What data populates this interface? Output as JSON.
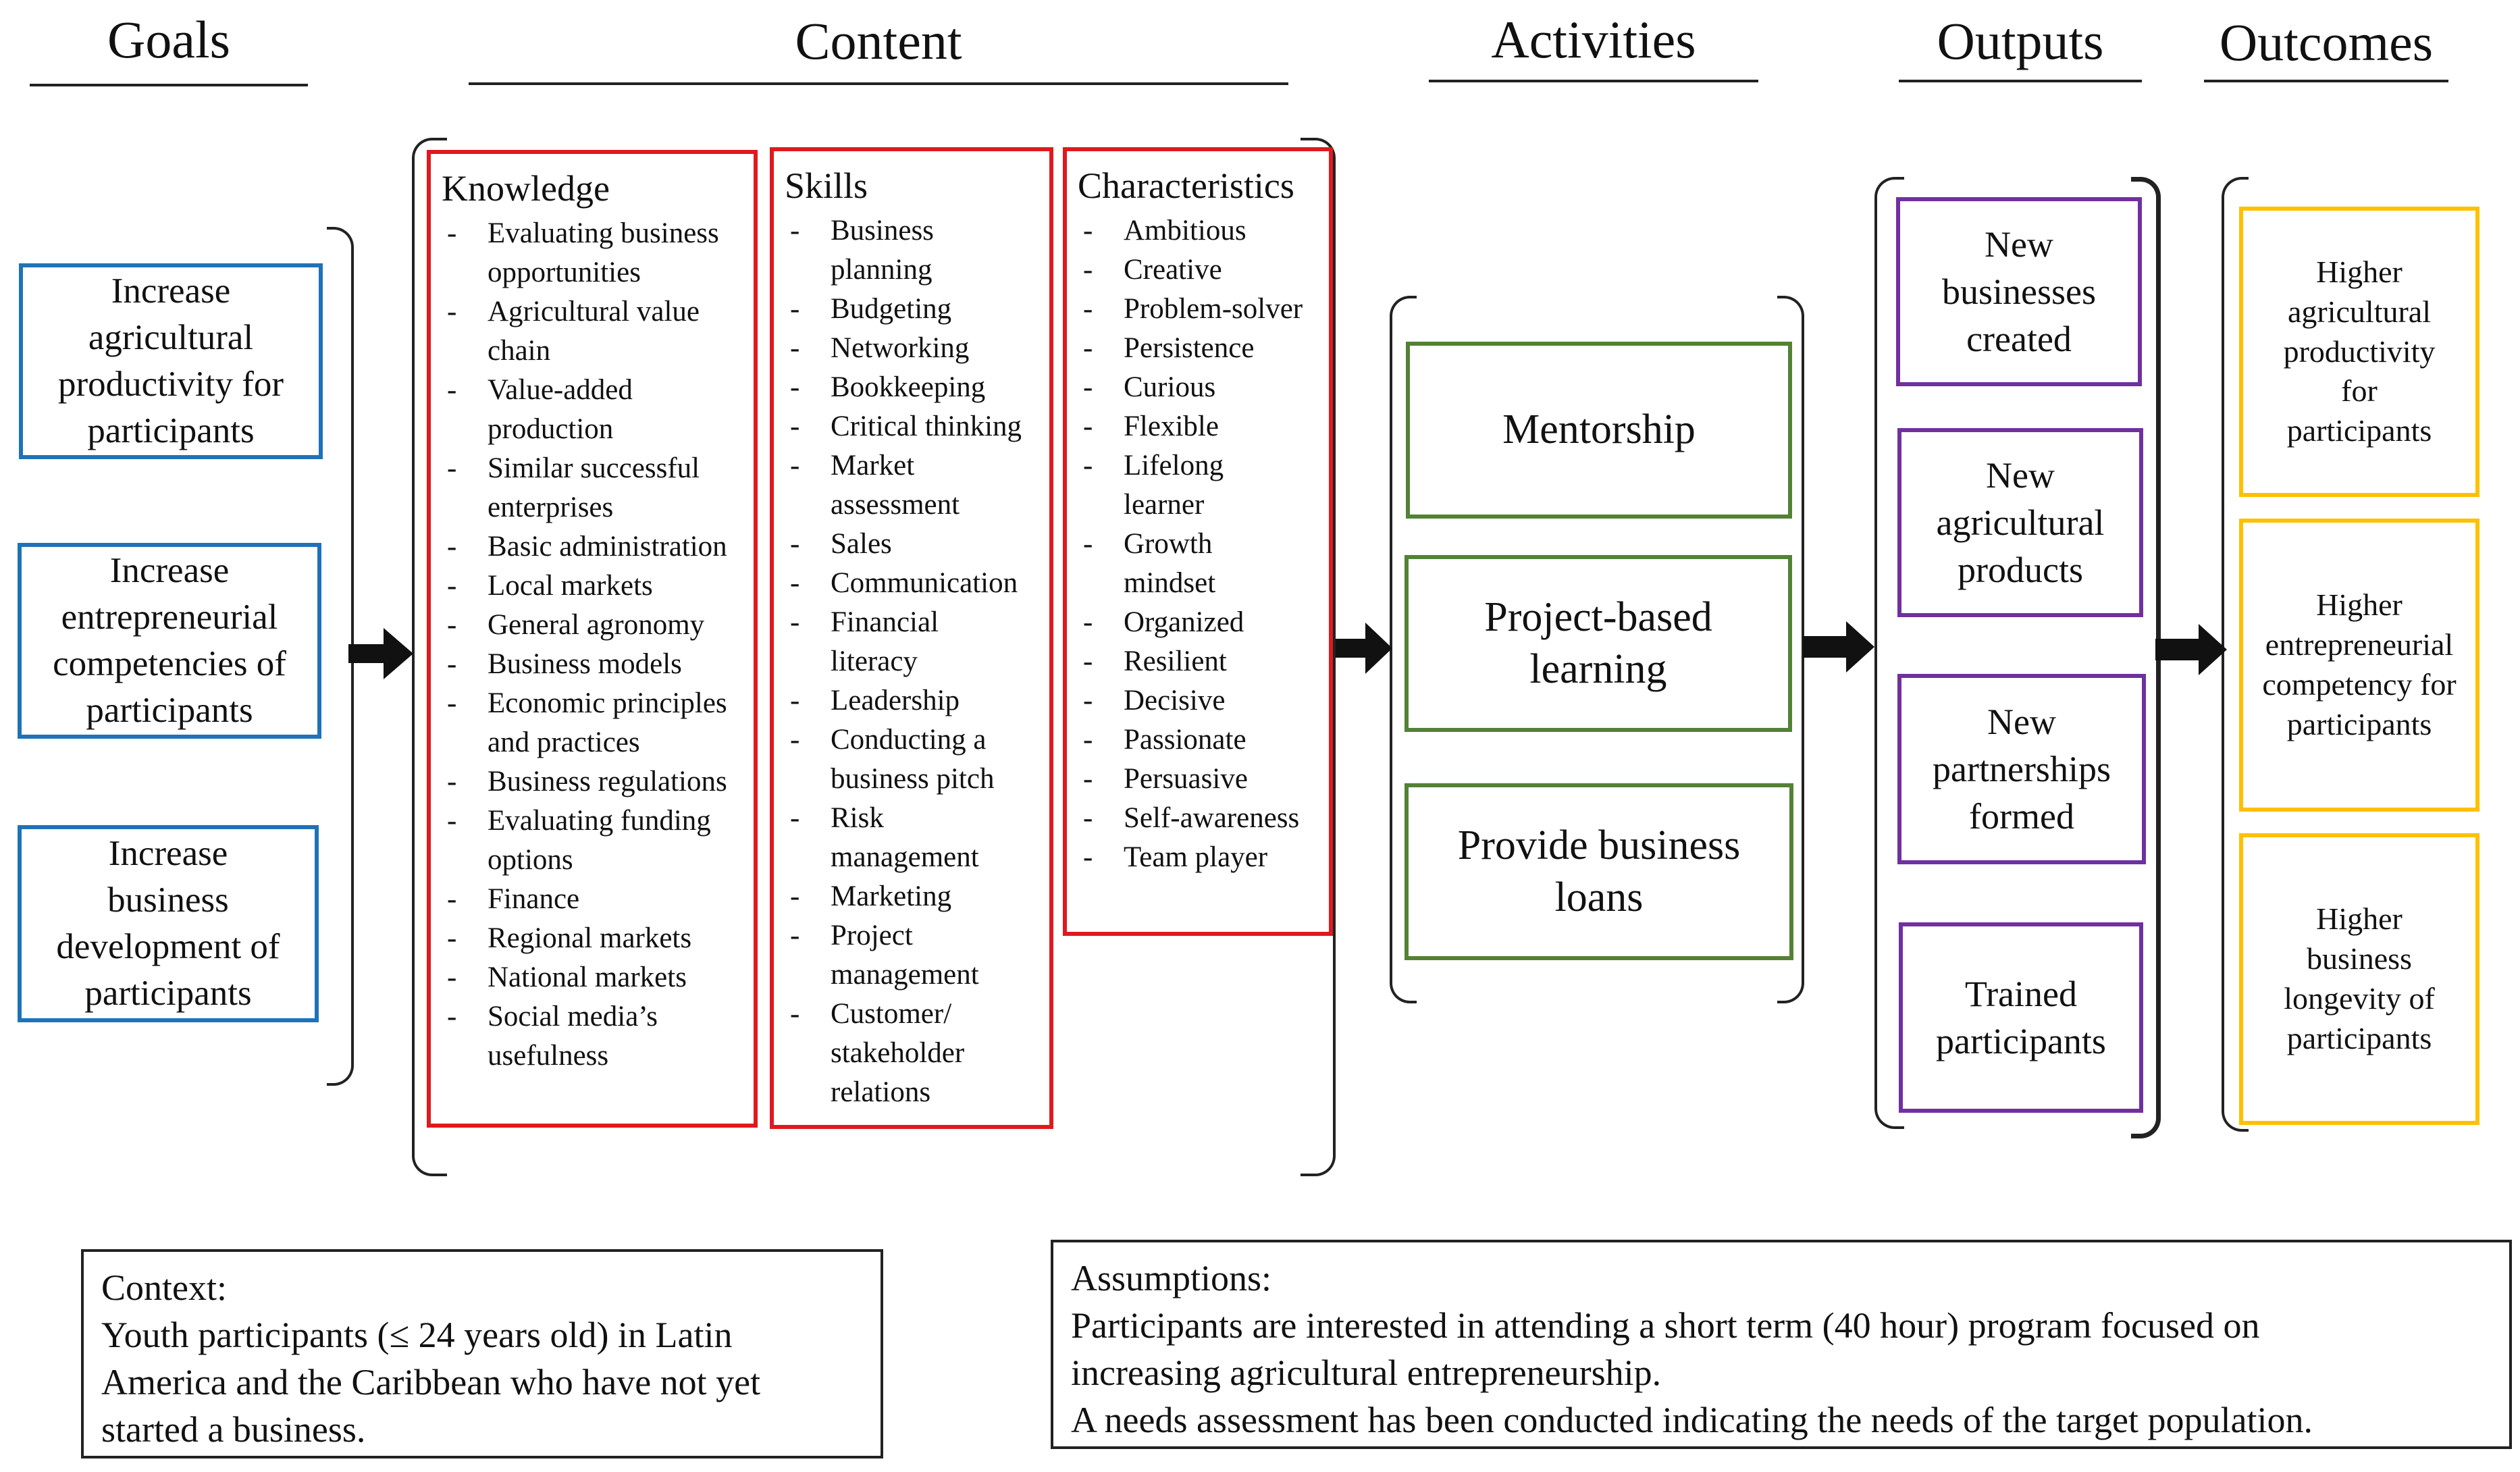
{
  "headers": {
    "goals": "Goals",
    "content": "Content",
    "activities": "Activities",
    "outputs": "Outputs",
    "outcomes": "Outcomes"
  },
  "goals": [
    {
      "lines": [
        "Increase",
        "agricultural",
        "productivity for",
        "participants"
      ]
    },
    {
      "lines": [
        "Increase",
        "entrepreneurial",
        "competencies of",
        "participants"
      ]
    },
    {
      "lines": [
        "Increase",
        "business",
        "development of",
        "participants"
      ]
    }
  ],
  "content": {
    "knowledge": {
      "title": "Knowledge",
      "items": [
        "Evaluating business",
        "opportunities",
        "Agricultural value",
        "chain",
        "Value-added",
        "production",
        "Similar successful",
        "enterprises",
        "Basic administration",
        "Local markets",
        "General agronomy",
        "Business models",
        "Economic principles",
        "and practices",
        "Business regulations",
        "Evaluating funding",
        "options",
        "Finance",
        "Regional markets",
        "National markets",
        "Social media’s",
        "usefulness"
      ],
      "dashed": [
        true,
        false,
        true,
        false,
        true,
        false,
        true,
        false,
        true,
        true,
        true,
        true,
        true,
        false,
        true,
        true,
        false,
        true,
        true,
        true,
        true,
        false
      ]
    },
    "skills": {
      "title": "Skills",
      "items": [
        "Business",
        "planning",
        "Budgeting",
        "Networking",
        "Bookkeeping",
        "Critical thinking",
        "Market",
        "assessment",
        "Sales",
        "Communication",
        "Financial",
        "literacy",
        "Leadership",
        "Conducting a",
        "business pitch",
        "Risk",
        "management",
        "Marketing",
        "Project",
        "management",
        "Customer/",
        "stakeholder",
        "relations"
      ],
      "dashed": [
        true,
        false,
        true,
        true,
        true,
        true,
        true,
        false,
        true,
        true,
        true,
        false,
        true,
        true,
        false,
        true,
        false,
        true,
        true,
        false,
        true,
        false,
        false
      ]
    },
    "characteristics": {
      "title": "Characteristics",
      "items": [
        "Ambitious",
        "Creative",
        "Problem-solver",
        "Persistence",
        "Curious",
        "Flexible",
        "Lifelong",
        "learner",
        "Growth",
        "mindset",
        "Organized",
        "Resilient",
        "Decisive",
        "Passionate",
        "Persuasive",
        "Self-awareness",
        "Team player"
      ],
      "dashed": [
        true,
        true,
        true,
        true,
        true,
        true,
        true,
        false,
        true,
        false,
        true,
        true,
        true,
        true,
        true,
        true,
        true
      ]
    }
  },
  "activities": [
    {
      "lines": [
        "Mentorship"
      ]
    },
    {
      "lines": [
        "Project-based",
        "learning"
      ]
    },
    {
      "lines": [
        "Provide business",
        "loans"
      ]
    }
  ],
  "outputs": [
    {
      "lines": [
        "New",
        "businesses",
        "created"
      ]
    },
    {
      "lines": [
        "New",
        "agricultural",
        "products"
      ]
    },
    {
      "lines": [
        "New",
        "partnerships",
        "formed"
      ]
    },
    {
      "lines": [
        "Trained",
        "participants"
      ]
    }
  ],
  "outcomes": [
    {
      "lines": [
        "Higher",
        "agricultural",
        "productivity",
        "for",
        "participants"
      ]
    },
    {
      "lines": [
        "Higher",
        "entrepreneurial",
        "competency for",
        "participants"
      ]
    },
    {
      "lines": [
        "Higher",
        "business",
        "longevity of",
        "participants"
      ]
    }
  ],
  "context": {
    "lines": [
      "Context:",
      "Youth participants (≤ 24 years old) in Latin",
      "America and the Caribbean who have not yet",
      "started a business."
    ]
  },
  "assumptions": {
    "lines": [
      "Assumptions:",
      "Participants are interested in attending a short term (40 hour) program focused on",
      "increasing agricultural  entrepreneurship.",
      "A needs assessment has been conducted indicating  the needs of the target population."
    ]
  },
  "colors": {
    "goals": "#1f72b8",
    "content": "#e0191e",
    "activities": "#538135",
    "outputs": "#7030a0",
    "outcomes": "#ffc000"
  }
}
